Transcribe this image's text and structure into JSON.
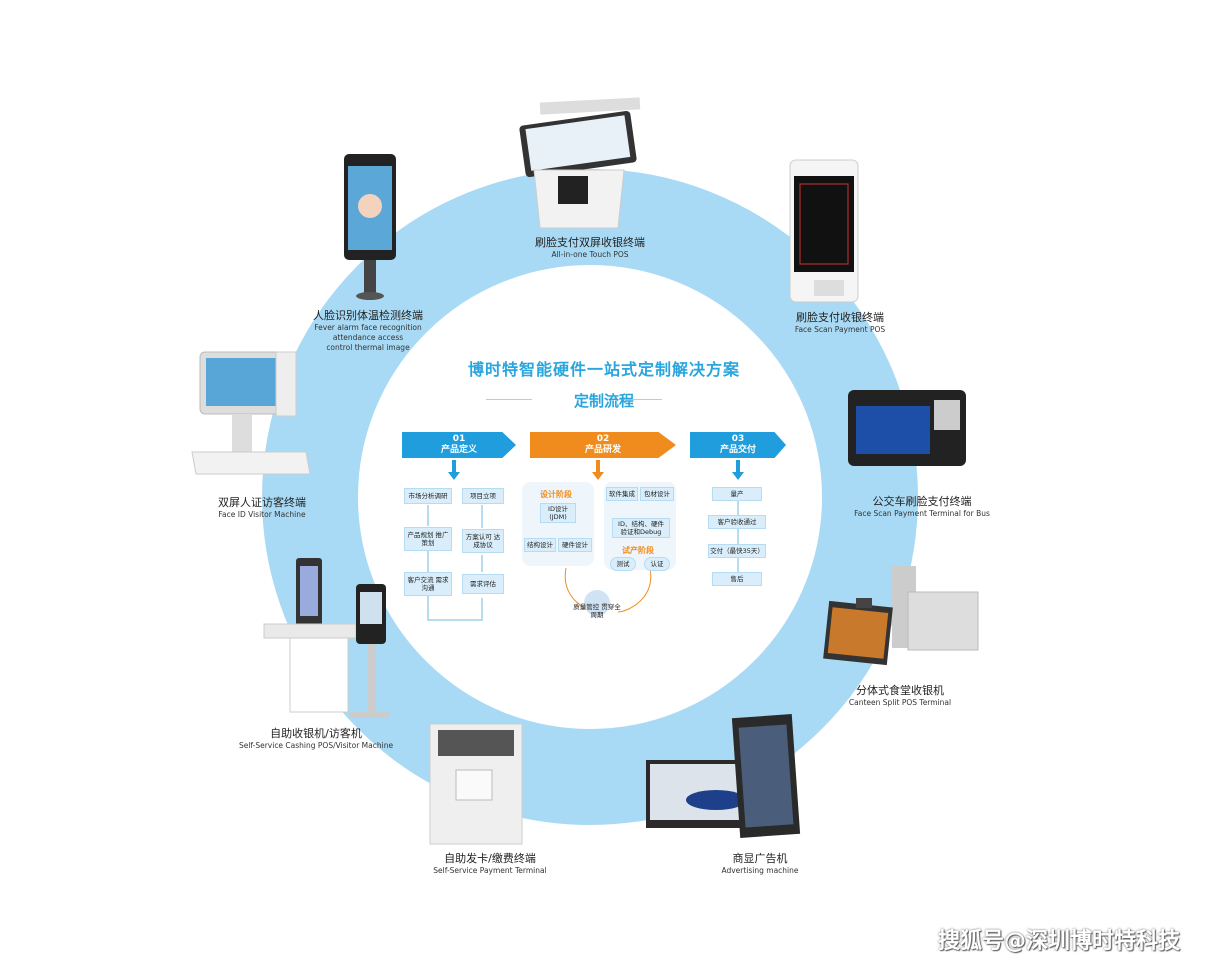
{
  "title": "博时特智能硬件一站式定制解决方案",
  "subtitle": "定制流程",
  "watermark": "搜狐号@深圳博时特科技",
  "colors": {
    "ring": "#a9daf5",
    "blue": "#1f9ddd",
    "orange": "#f08c1e",
    "box": "#d9eefa"
  },
  "products": [
    {
      "cn": "刷脸支付双屏收银终端",
      "en": "All-in-one Touch POS"
    },
    {
      "cn": "刷脸支付收银终端",
      "en": "Face Scan Payment POS"
    },
    {
      "cn": "公交车刷脸支付终端",
      "en": "Face Scan Payment Terminal for Bus"
    },
    {
      "cn": "分体式食堂收银机",
      "en": "Canteen Split POS Terminal"
    },
    {
      "cn": "商显广告机",
      "en": "Advertising machine"
    },
    {
      "cn": "自助发卡/缴费终端",
      "en": "Self-Service Payment Terminal"
    },
    {
      "cn": "自助收银机/访客机",
      "en": "Self-Service Cashing POS/Visitor Machine"
    },
    {
      "cn": "双屏人证访客终端",
      "en": "Face ID Visitor Machine"
    },
    {
      "cn": "人脸识别体温检测终端",
      "en": "Fever alarm face recognition",
      "en2": "attendance access",
      "en3": "control thermal image"
    }
  ],
  "steps": [
    {
      "num": "01",
      "label": "产品定义"
    },
    {
      "num": "02",
      "label": "产品研发"
    },
    {
      "num": "03",
      "label": "产品交付"
    }
  ],
  "define": {
    "market": "市场分析调研",
    "plan": "产品规划 推广策划",
    "comm": "客户交流 需求沟通",
    "project": "项目立项",
    "approve": "方案认可 达成协议",
    "eval": "需求评估"
  },
  "develop": {
    "design_stage": "设计阶段",
    "id_design": "ID设计 (JDM)",
    "struct": "结构设计",
    "hw": "硬件设计",
    "sw": "软件集成",
    "pack": "包材设计",
    "verify": "ID、结构、硬件 验证和Debug",
    "trial_stage": "试产阶段",
    "test": "测试",
    "cert": "认证",
    "quality": "质量管控 贯穿全周期"
  },
  "deliver": {
    "mass": "量产",
    "accept": "客户验收通过",
    "delivery": "交付（最快35天）",
    "after": "售后"
  }
}
